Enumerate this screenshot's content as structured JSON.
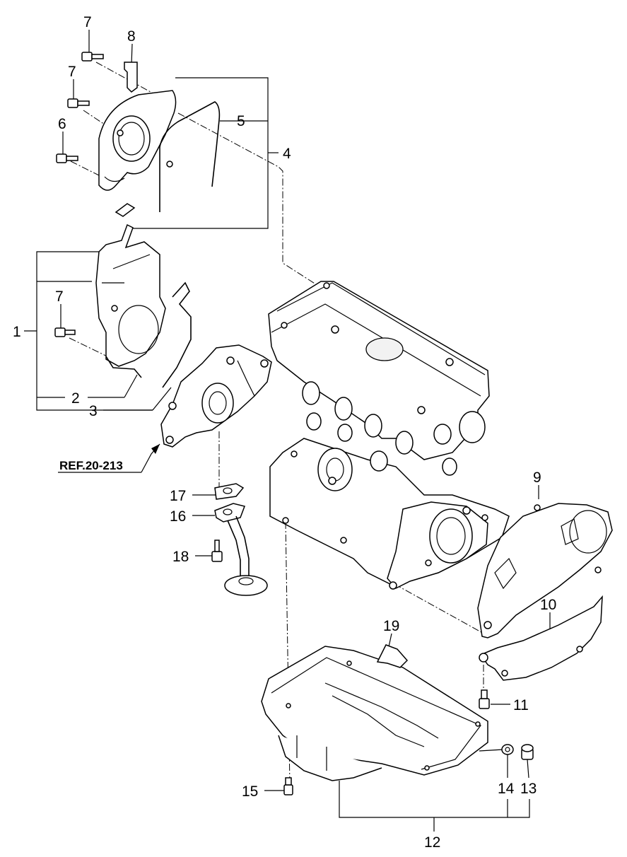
{
  "callouts": [
    {
      "id": "c7a",
      "label": "7"
    },
    {
      "id": "c8",
      "label": "8"
    },
    {
      "id": "c7b",
      "label": "7"
    },
    {
      "id": "c6",
      "label": "6"
    },
    {
      "id": "c5",
      "label": "5"
    },
    {
      "id": "c4",
      "label": "4"
    },
    {
      "id": "c1",
      "label": "1"
    },
    {
      "id": "c7c",
      "label": "7"
    },
    {
      "id": "c2",
      "label": "2"
    },
    {
      "id": "c3",
      "label": "3"
    },
    {
      "id": "c9",
      "label": "9"
    },
    {
      "id": "c10",
      "label": "10"
    },
    {
      "id": "c17",
      "label": "17"
    },
    {
      "id": "c16",
      "label": "16"
    },
    {
      "id": "c18",
      "label": "18"
    },
    {
      "id": "c19",
      "label": "19"
    },
    {
      "id": "c11",
      "label": "11"
    },
    {
      "id": "c14",
      "label": "14"
    },
    {
      "id": "c13",
      "label": "13"
    },
    {
      "id": "c15",
      "label": "15"
    },
    {
      "id": "c12",
      "label": "12"
    }
  ],
  "reference": {
    "label": "REF.20-213"
  }
}
